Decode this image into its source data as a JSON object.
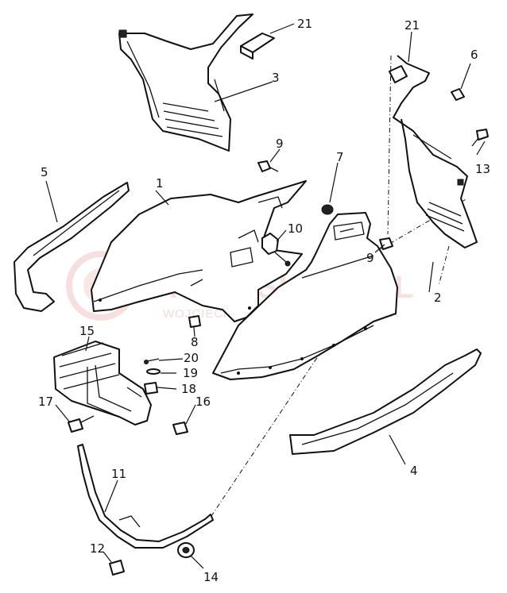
{
  "callouts": [
    {
      "id": "c1",
      "text": "1"
    },
    {
      "id": "c2",
      "text": "2"
    },
    {
      "id": "c3",
      "text": "3"
    },
    {
      "id": "c4",
      "text": "4"
    },
    {
      "id": "c5",
      "text": "5"
    },
    {
      "id": "c6",
      "text": "6"
    },
    {
      "id": "c7",
      "text": "7"
    },
    {
      "id": "c8",
      "text": "8"
    },
    {
      "id": "c9a",
      "text": "9"
    },
    {
      "id": "c9b",
      "text": "9"
    },
    {
      "id": "c10",
      "text": "10"
    },
    {
      "id": "c11",
      "text": "11"
    },
    {
      "id": "c12",
      "text": "12"
    },
    {
      "id": "c13",
      "text": "13"
    },
    {
      "id": "c14",
      "text": "14"
    },
    {
      "id": "c15",
      "text": "15"
    },
    {
      "id": "c16",
      "text": "16"
    },
    {
      "id": "c17",
      "text": "17"
    },
    {
      "id": "c18",
      "text": "18"
    },
    {
      "id": "c19",
      "text": "19"
    },
    {
      "id": "c20",
      "text": "20"
    },
    {
      "id": "c21a",
      "text": "21"
    },
    {
      "id": "c21b",
      "text": "21"
    }
  ],
  "watermark": {
    "brand": "YAMASKLEP.PL",
    "tagline": "WOJCIECHOWICZ | DEALER YAMAHA",
    "color": "#f0c9c9"
  }
}
